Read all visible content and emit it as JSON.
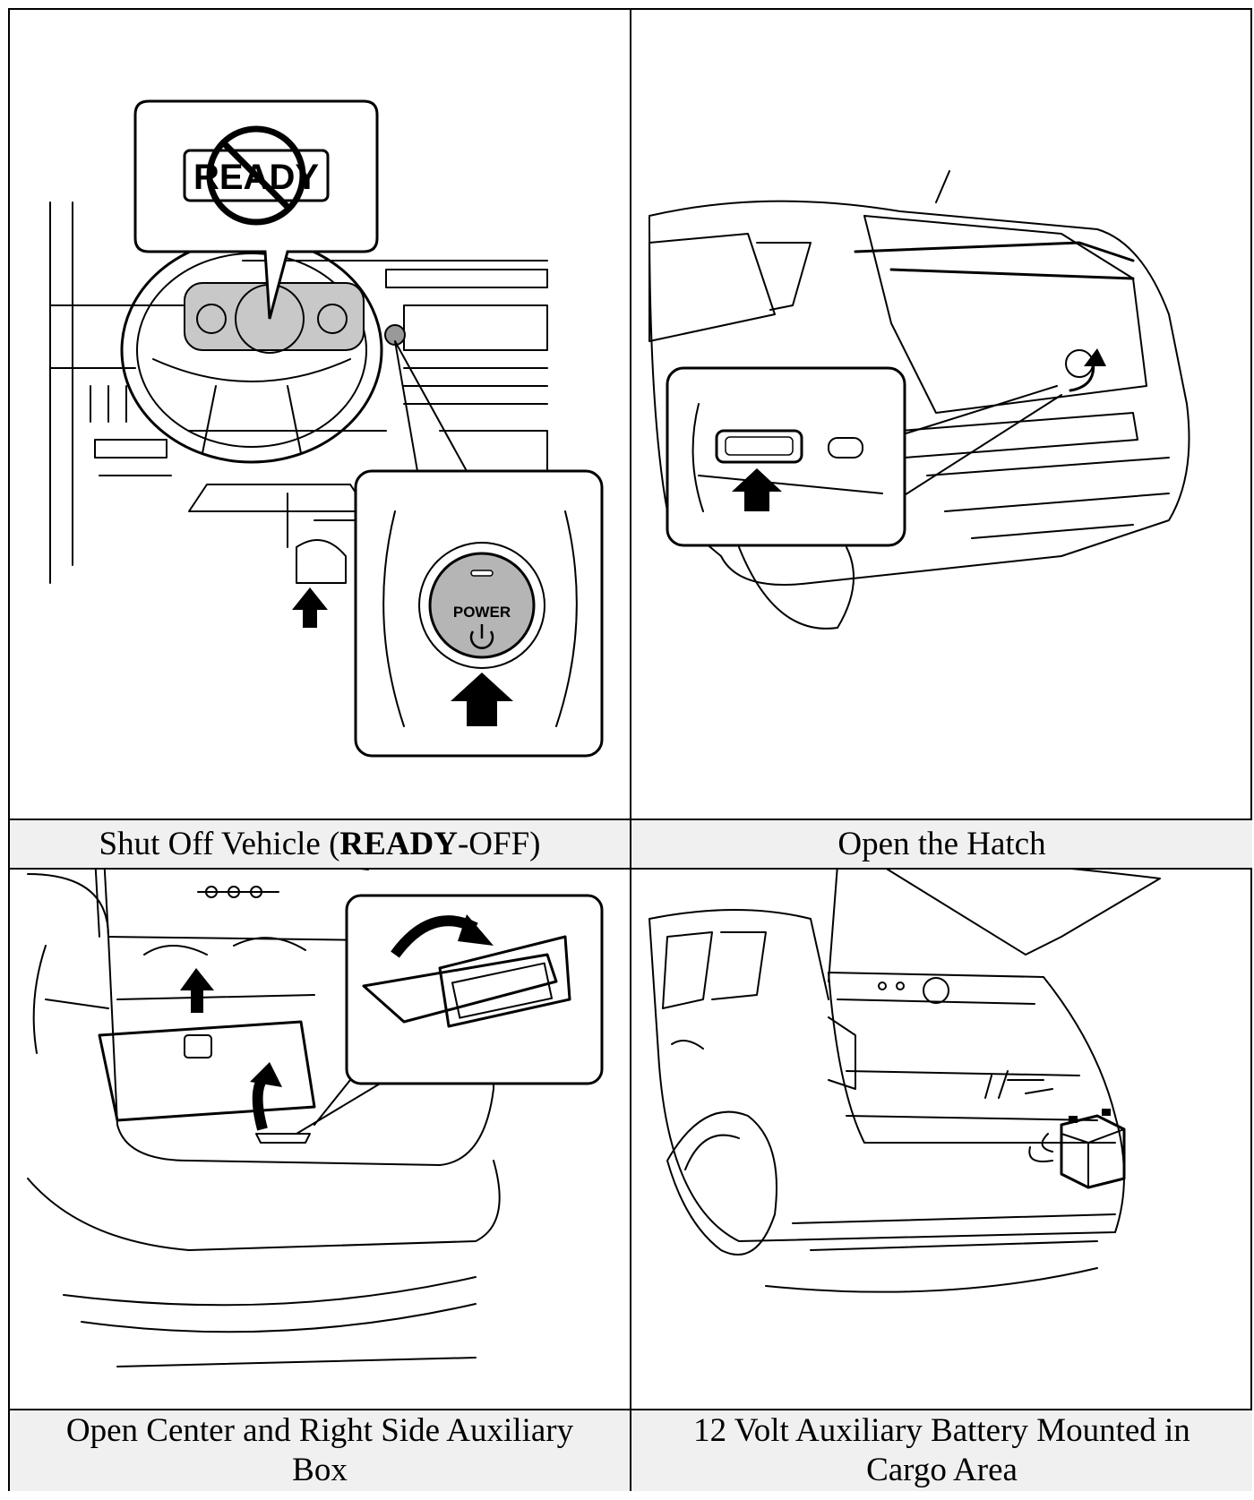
{
  "panels": [
    {
      "id": "shut-off",
      "caption_pre": "Shut Off Vehicle (",
      "caption_bold": "READY",
      "caption_post": "-OFF)",
      "callout_text": "READY",
      "button_text": "POWER"
    },
    {
      "id": "open-hatch",
      "caption": "Open the Hatch"
    },
    {
      "id": "aux-box",
      "caption": "Open Center and Right Side Auxiliary Box"
    },
    {
      "id": "battery",
      "caption": "12 Volt Auxiliary Battery Mounted in Cargo Area"
    }
  ]
}
